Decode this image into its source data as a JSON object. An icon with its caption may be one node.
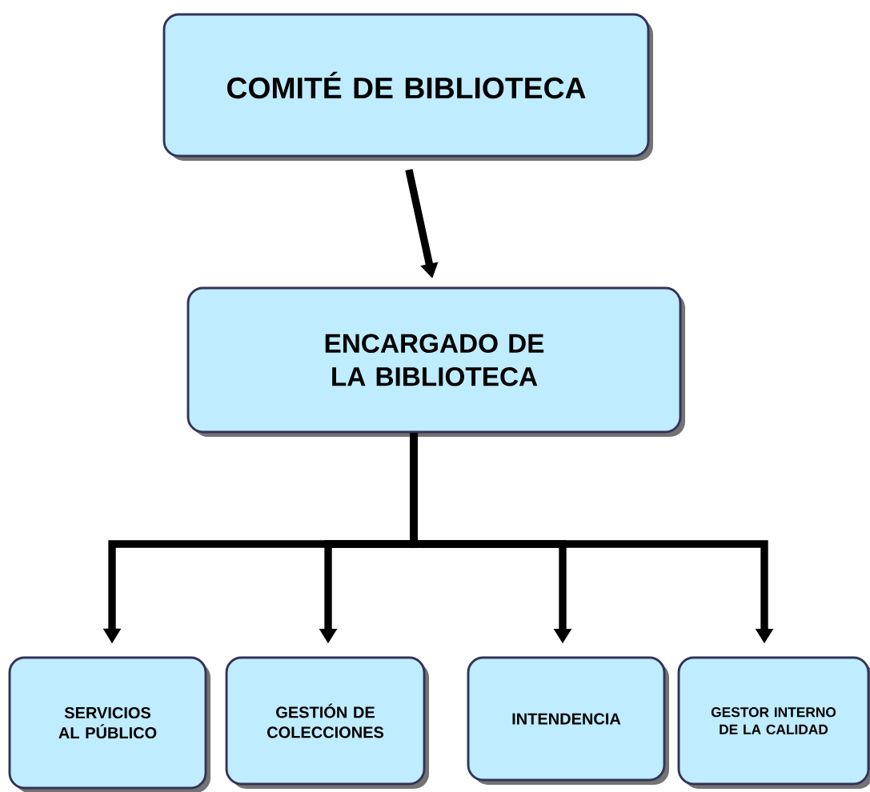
{
  "diagram": {
    "nodes": [
      {
        "text": [
          "COMITÉ DE BIBLIOTECA"
        ]
      },
      {
        "text": [
          "ENCARGADO DE LA BIBLIOTECA"
        ]
      },
      {
        "text": [
          "SERVICIOS AL PÚBLICO"
        ]
      },
      {
        "text": [
          "GESTIÓN DE COLECCIONES"
        ]
      },
      {
        "text": [
          "INTENDENCIA"
        ]
      },
      {
        "text": [
          "GESTOR INTERNO DE LA CALIDAD"
        ]
      }
    ],
    "edges": [
      {
        "from": 0,
        "to": 1,
        "arrow": "to"
      },
      {
        "from": 1,
        "to": 2,
        "arrow": "to"
      },
      {
        "from": 1,
        "to": 3,
        "arrow": "to"
      },
      {
        "from": 1,
        "to": 4,
        "arrow": "to"
      },
      {
        "from": 1,
        "to": 5,
        "arrow": "to"
      }
    ]
  }
}
